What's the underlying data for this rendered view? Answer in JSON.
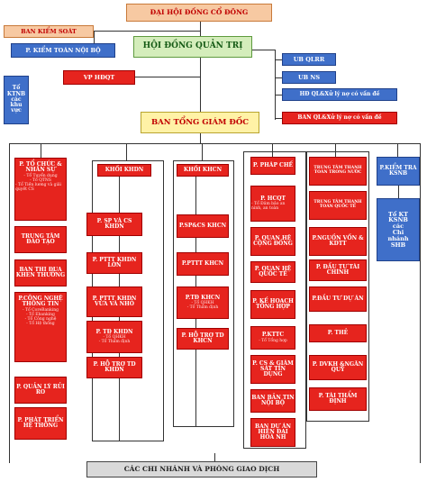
{
  "title": "ĐẠI HỘI ĐỒNG CỔ ĐÔNG",
  "ban_kiem_soat": "BAN KIỂM SOÁT",
  "kiem_toan_noi_bo": "P. KIỂM TOÁN NỘI BỘ",
  "to_ktnb": [
    "Tổ",
    "KTNB",
    "các",
    "khu",
    "vực"
  ],
  "hdqt": "HỘI ĐỒNG QUẢN TRỊ",
  "vp_hdqt": "VP HĐQT",
  "ub_qlrr": "UB QLRR",
  "ub_ns": "UB NS",
  "hd_ql": "HĐ QL&Xử lý nợ có vấn đề",
  "ban_ql": "BAN QL&Xử lý nợ có vấn đề",
  "ban_tgd": "BAN TỔNG GIÁM ĐỐC",
  "col1": {
    "to_chuc": {
      "title": "P. TỔ CHỨC & NHÂN SỰ",
      "subs": [
        "- Tổ Tuyển dụng",
        "- Tổ QTNS",
        "- Tổ Tiền lương và giải quyết CS"
      ]
    },
    "dao_tao": "TRUNG TÂM ĐÀO TẠO",
    "thi_dua": "BAN THI ĐUA KHEN THƯỞNG",
    "cntt": {
      "title": "P.CÔNG NGHỆ THÔNG TIN",
      "subs": [
        "- Tổ CoreBanking",
        "- Tổ Ebanking",
        "- Tổ Công nghệ",
        "- Tổ Hệ thống"
      ]
    },
    "rui_ro": "P. QUẢN LÝ RỦI RO",
    "phat_trien": "P. PHÁT TRIỂN HỆ THỐNG"
  },
  "khoi_khdn": {
    "title": "KHỐI KHDN",
    "items": [
      {
        "title": "P. SP VÀ CS KHDN",
        "subs": []
      },
      {
        "title": "P. PTTT KHDN LỚN",
        "subs": []
      },
      {
        "title": "P. PTTT KHDN VỪA VÀ NHỎ",
        "subs": []
      },
      {
        "title": "P. TĐ KHDN",
        "subs": [
          "- Tổ QHKH",
          "- Tổ Thẩm định"
        ]
      },
      {
        "title": "P. HỖ TRỢ TD KHDN",
        "subs": []
      }
    ]
  },
  "khoi_khcn": {
    "title": "KHỐI KHCN",
    "items": [
      {
        "title": "P.SP&CS KHCN",
        "subs": []
      },
      {
        "title": "P.PTTT KHCN",
        "subs": []
      },
      {
        "title": "P.TĐ KHCN",
        "subs": [
          "- Tổ QHKH",
          "- Tổ Thẩm định"
        ]
      },
      {
        "title": "P. HỖ TRỢ TD KHCN",
        "subs": []
      }
    ]
  },
  "col4": {
    "phap_che": "P. PHÁP CHẾ",
    "hcqt": {
      "title": "P. HCQT",
      "subs": [
        "- Tổ Đảm bảo an ninh, an toàn"
      ]
    },
    "cong_dong": "P. QUAN HỆ CỘNG ĐỒNG",
    "quoc_te": "P. QUAN HỆ QUỐC TẾ",
    "ke_hoach": "P. KẾ HOẠCH TỔNG HỢP",
    "kttc": {
      "title": "P.KTTC",
      "subs": [
        "- Tổ Tổng hợp"
      ]
    },
    "giam_sat": "P. CS & GIÁM SÁT TÍN DỤNG",
    "tin_noi_bo": "BAN BẢN TIN NỘI BỘ",
    "hien_dai_hoa": "BAN DỰ ÁN HIỆN ĐẠI HOÁ NH"
  },
  "col5": {
    "tt_trong_nuoc": "TRUNG TÂM THANH TOÁN TRONG NƯỚC",
    "tt_quoc_te": "TRUNG TÂM THANH TOÁN QUỐC TẾ",
    "nguon_von": "P.NGUỒN VỐN & KDTT",
    "tai_chinh": "P. ĐẦU TƯ TÀI CHÍNH",
    "du_an": "P.ĐẦU TƯ DỰ ÁN",
    "the": "P. THẺ",
    "dvkh": "P. DVKH &NGÂN QUỸ",
    "tham_dinh": "P. TÁI THẨM ĐỊNH"
  },
  "col6": {
    "kiem_tra": "P.KIỂM TRA KSNB",
    "to_kt": [
      "Tổ KT",
      "KSNB",
      "các",
      "Chi",
      "nhánh",
      "SHB"
    ]
  },
  "bottom": "CÁC CHI NHÁNH VÀ PHÒNG GIAO DỊCH"
}
